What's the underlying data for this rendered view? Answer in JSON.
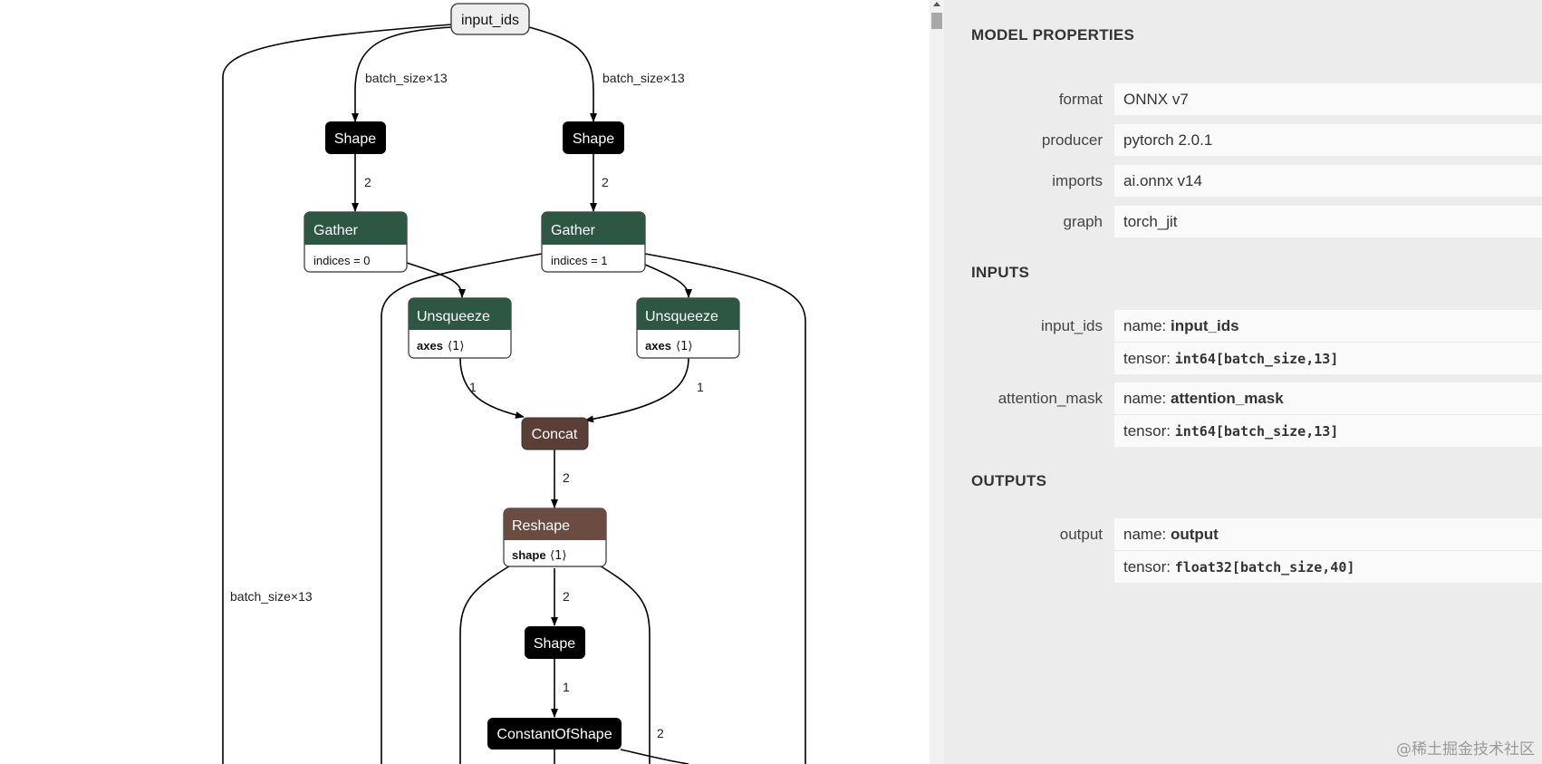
{
  "graph": {
    "input_node": "input_ids",
    "edges": {
      "left_shape_in": "batch_size×13",
      "right_shape_in": "batch_size×13",
      "far_left": "batch_size×13",
      "left_shape_out": "2",
      "right_shape_out": "2",
      "left_unsq_out": "1",
      "right_unsq_out": "1",
      "concat_out": "2",
      "reshape_out": "2",
      "shape3_out": "1",
      "right_branch": "2"
    },
    "nodes": {
      "shape_left": "Shape",
      "shape_right": "Shape",
      "gather_left": "Gather",
      "gather_left_attr": "indices = 0",
      "gather_right": "Gather",
      "gather_right_attr": "indices = 1",
      "unsqueeze_left": "Unsqueeze",
      "unsqueeze_left_attr_name": "axes",
      "unsqueeze_left_attr_val": "⟨1⟩",
      "unsqueeze_right": "Unsqueeze",
      "unsqueeze_right_attr_name": "axes",
      "unsqueeze_right_attr_val": "⟨1⟩",
      "concat": "Concat",
      "reshape": "Reshape",
      "reshape_attr_name": "shape",
      "reshape_attr_val": "⟨1⟩",
      "shape_bottom": "Shape",
      "constant_of_shape": "ConstantOfShape"
    },
    "colors": {
      "black_node": "#000000",
      "gather_node": "#2d5643",
      "concat_node": "#5b3e36",
      "reshape_node": "#6b4c42",
      "input_node": "#eeeeee"
    }
  },
  "panel": {
    "model_properties_title": "MODEL PROPERTIES",
    "properties": [
      {
        "label": "format",
        "value": "ONNX v7"
      },
      {
        "label": "producer",
        "value": "pytorch 2.0.1"
      },
      {
        "label": "imports",
        "value": "ai.onnx v14"
      },
      {
        "label": "graph",
        "value": "torch_jit"
      }
    ],
    "inputs_title": "INPUTS",
    "inputs": [
      {
        "label": "input_ids",
        "name_prefix": "name: ",
        "name": "input_ids",
        "tensor_prefix": "tensor: ",
        "tensor": "int64[batch_size,13]"
      },
      {
        "label": "attention_mask",
        "name_prefix": "name: ",
        "name": "attention_mask",
        "tensor_prefix": "tensor: ",
        "tensor": "int64[batch_size,13]"
      }
    ],
    "outputs_title": "OUTPUTS",
    "outputs": [
      {
        "label": "output",
        "name_prefix": "name: ",
        "name": "output",
        "tensor_prefix": "tensor: ",
        "tensor": "float32[batch_size,40]"
      }
    ]
  },
  "watermark": "@稀土掘金技术社区"
}
